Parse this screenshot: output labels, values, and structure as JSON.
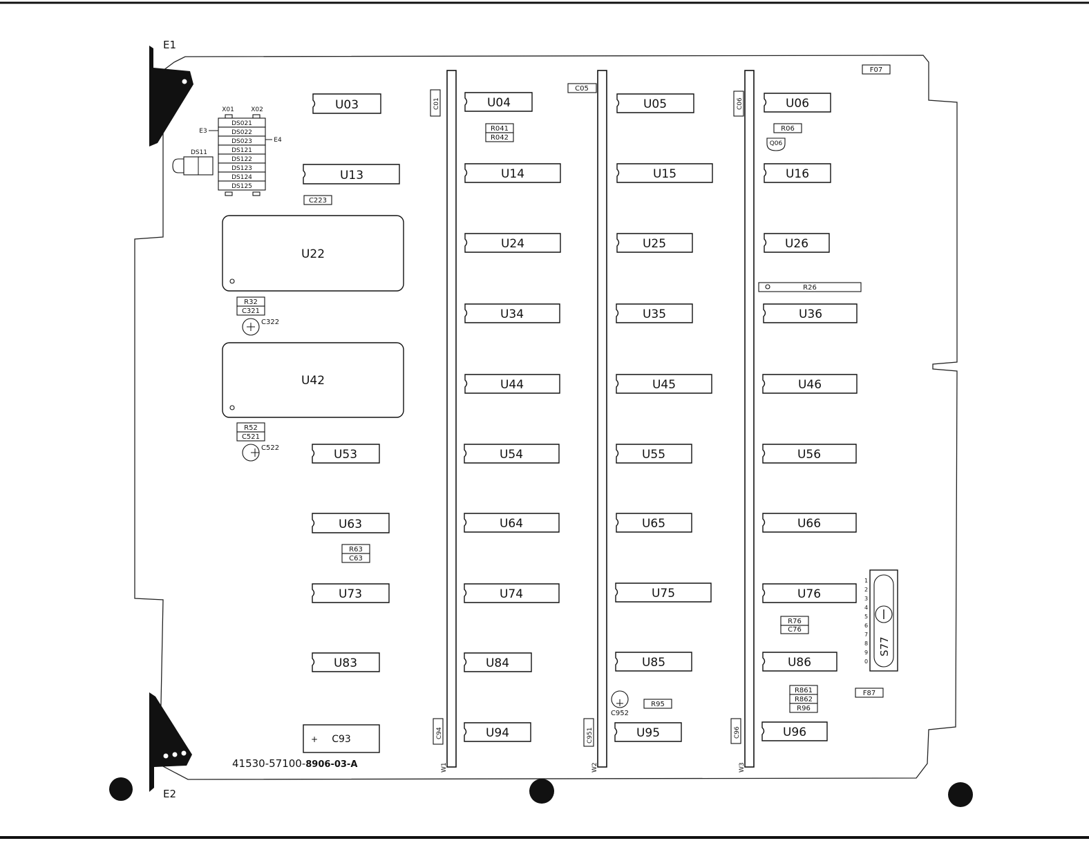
{
  "board": {
    "part_number": "41530-57100-",
    "revision": "8906-03-A",
    "edge_labels": {
      "top": "E1",
      "bottom": "E2"
    }
  },
  "ics": [
    "U03",
    "U04",
    "U05",
    "U06",
    "U13",
    "U14",
    "U15",
    "U16",
    "U22",
    "U24",
    "U25",
    "U26",
    "U34",
    "U35",
    "U36",
    "U42",
    "U44",
    "U45",
    "U46",
    "U53",
    "U54",
    "U55",
    "U56",
    "U63",
    "U64",
    "U65",
    "U66",
    "U73",
    "U74",
    "U75",
    "U76",
    "U83",
    "U84",
    "U85",
    "U86",
    "U94",
    "U95",
    "U96"
  ],
  "capacitors": [
    "C01",
    "C05",
    "C06",
    "C223",
    "C321",
    "C322",
    "C521",
    "C522",
    "C63",
    "C76",
    "C93",
    "C94",
    "C951",
    "C952",
    "C96"
  ],
  "resistors": [
    "R041",
    "R042",
    "R06",
    "R26",
    "R32",
    "R52",
    "R63",
    "R76",
    "R861",
    "R862",
    "R95",
    "R96"
  ],
  "other_parts": {
    "transistor": "Q06",
    "fuses": [
      "F07",
      "F87"
    ],
    "switch": "S77",
    "switch_positions": [
      "1",
      "2",
      "3",
      "4",
      "5",
      "6",
      "7",
      "8",
      "9",
      "0"
    ],
    "jumpers": [
      "W1",
      "W2",
      "W3"
    ],
    "test_points": [
      "E3",
      "E4"
    ],
    "connector_pins": [
      "X01",
      "X02"
    ],
    "leds": [
      "DS021",
      "DS022",
      "DS023",
      "DS121",
      "DS122",
      "DS123",
      "DS124",
      "DS125"
    ],
    "lamp": "DS11"
  },
  "colors": {
    "ink": "#111111",
    "paper": "#ffffff"
  }
}
